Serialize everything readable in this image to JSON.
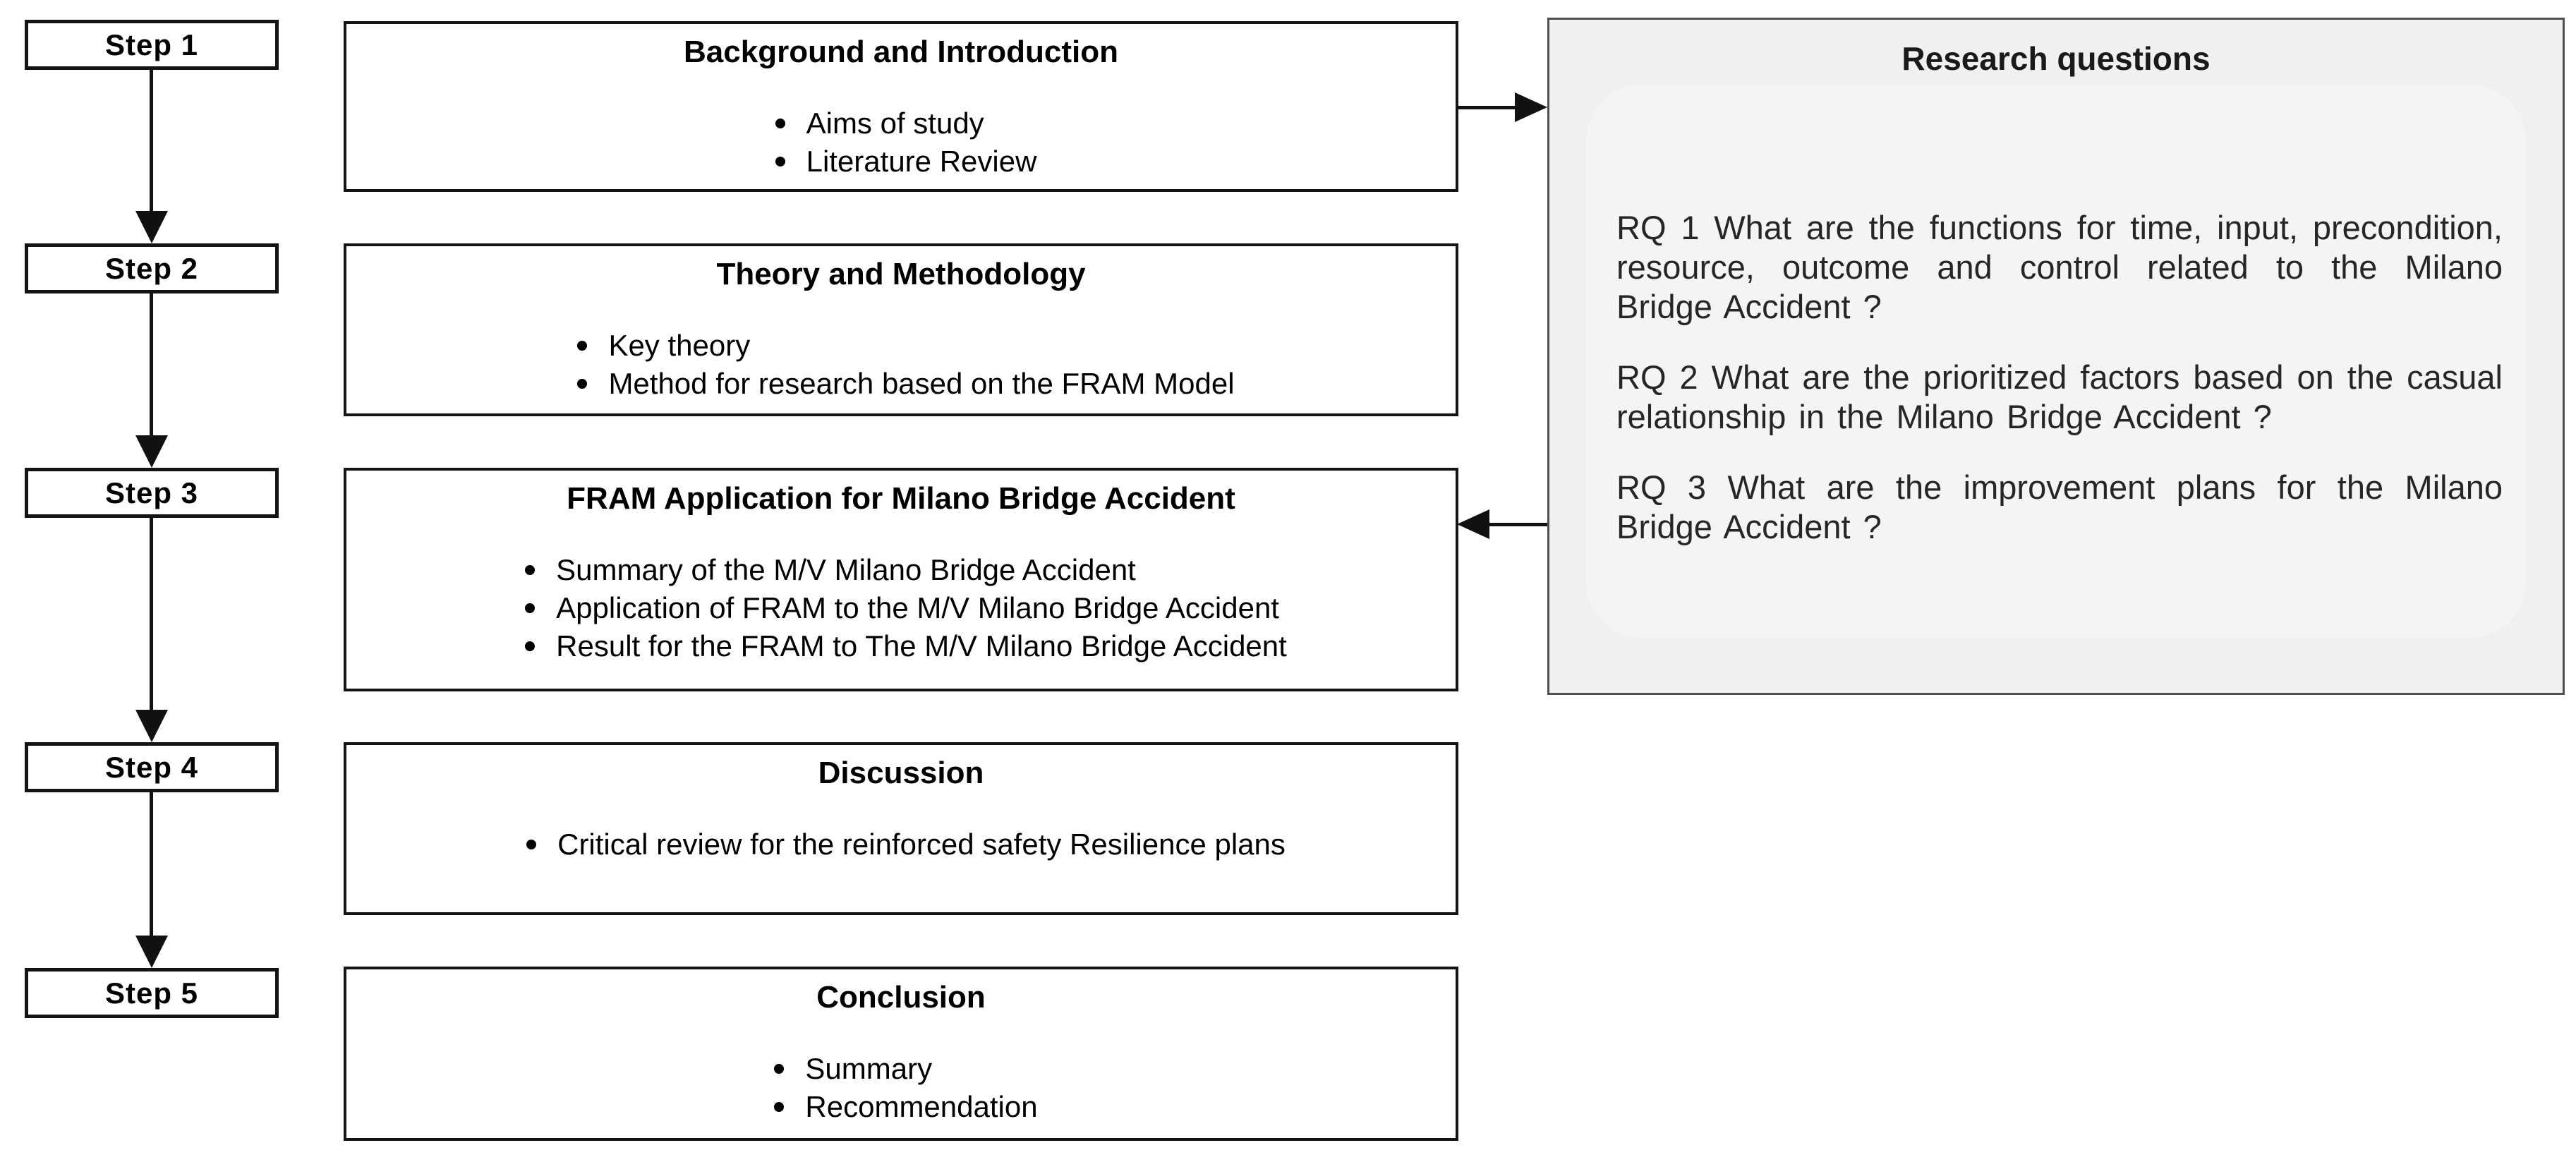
{
  "diagram": {
    "steps": [
      {
        "label": "Step 1"
      },
      {
        "label": "Step 2"
      },
      {
        "label": "Step 3"
      },
      {
        "label": "Step 4"
      },
      {
        "label": "Step 5"
      }
    ],
    "boxes": [
      {
        "title": "Background and Introduction",
        "bullets": [
          "Aims of study",
          "Literature Review"
        ]
      },
      {
        "title": "Theory and Methodology",
        "bullets": [
          "Key theory",
          "Method for research based on the FRAM Model"
        ]
      },
      {
        "title": "FRAM Application for Milano Bridge Accident",
        "bullets": [
          "Summary of the M/V Milano Bridge Accident",
          "Application of FRAM to the M/V Milano Bridge Accident",
          "Result for the FRAM to The M/V Milano Bridge Accident"
        ]
      },
      {
        "title": "Discussion",
        "bullets": [
          "Critical review for the reinforced safety Resilience plans"
        ]
      },
      {
        "title": "Conclusion",
        "bullets": [
          "Summary",
          "Recommendation"
        ]
      }
    ],
    "research_questions": {
      "title": "Research questions",
      "items": [
        "RQ 1 What are the functions for time, input, precondition, resource, outcome and control related to the Milano Bridge Accident ?",
        "RQ 2  What are the prioritized factors based on the casual relationship in the Milano Bridge Accident ?",
        "RQ 3 What are the improvement plans for the Milano Bridge Accident ?"
      ]
    }
  },
  "colors": {
    "box-border": "#141414",
    "rq-bg": "#f0f0f0",
    "rq-border": "#4f4f4f",
    "text": "#000000",
    "rq-text": "#262626",
    "arrow": "#111111"
  }
}
